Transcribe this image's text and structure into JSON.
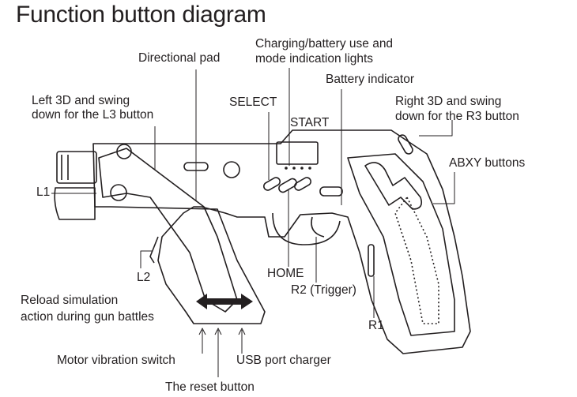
{
  "title": "Function button diagram",
  "labels": {
    "directional_pad": "Directional pad",
    "charging_line1": "Charging/battery use and",
    "charging_line2": "mode indication lights",
    "battery_indicator": "Battery indicator",
    "left3d_line1": "Left 3D and swing",
    "left3d_line2": "down for the L3 button",
    "select": "SELECT",
    "right3d_line1": "Right 3D and swing",
    "right3d_line2": "down for the R3 button",
    "start": "START",
    "abxy": "ABXY buttons",
    "l1": "L1",
    "l2": "L2",
    "home": "HOME",
    "r2": "R2 (Trigger)",
    "reload_line1": "Reload simulation",
    "reload_line2": "action during gun battles",
    "r1": "R1",
    "motor": "Motor vibration switch",
    "usb": "USB port charger",
    "reset": "The reset button"
  }
}
